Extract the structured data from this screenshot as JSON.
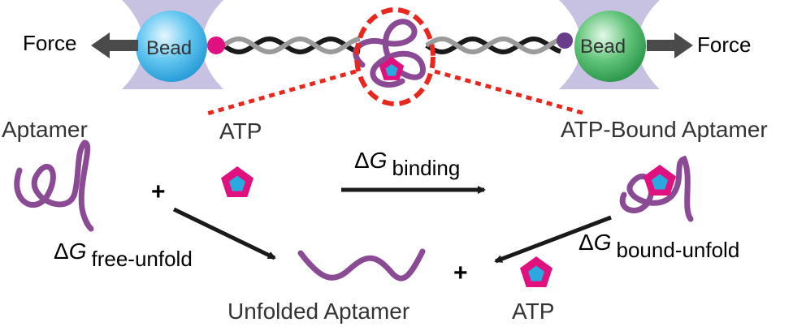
{
  "top": {
    "force_left": "Force",
    "force_right": "Force",
    "bead_left": "Bead",
    "bead_right": "Bead"
  },
  "labels": {
    "aptamer": "Aptamer",
    "atp_top": "ATP",
    "atp_bound_aptamer": "ATP-Bound Aptamer",
    "unfolded_aptamer": "Unfolded Aptamer",
    "atp_bottom": "ATP",
    "plus": "+"
  },
  "energies": {
    "delta": "Δ",
    "g": "G",
    "binding": "binding",
    "free_unfold": "free-unfold",
    "bound_unfold": "bound-unfold"
  },
  "colors": {
    "aptamer": "#8B4A94",
    "atp_outer": "#E0117F",
    "atp_inner": "#2AA9E0",
    "highlight": "#E8281E",
    "bead_left": "#3FB4E8",
    "bead_right": "#3FAF5F",
    "trap": "#B9B3D9",
    "dna_dark": "#1A1A1A",
    "dna_light": "#9A9A9A",
    "arrow": "#1A1A1A"
  }
}
